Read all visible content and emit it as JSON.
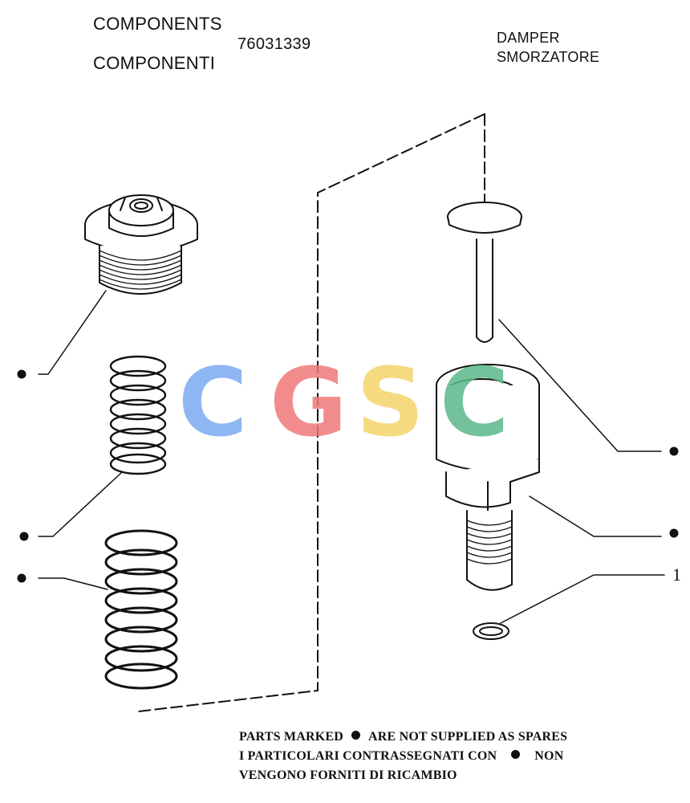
{
  "header": {
    "components_en": "COMPONENTS",
    "components_it": "COMPONENTI",
    "part_number": "76031339",
    "title_en": "DAMPER",
    "title_it": "SMORZATORE"
  },
  "callouts": {
    "ref_1": "1"
  },
  "footer": {
    "line1_before": "PARTS MARKED",
    "line1_after": "ARE NOT SUPPLIED AS SPARES",
    "line2_before": "I PARTICOLARI CONTRASSEGNATI CON",
    "line2_after": "NON",
    "line3": "VENGONO FORNITI DI RICAMBIO"
  },
  "watermark": {
    "letters": [
      "C",
      "G",
      "S",
      "C"
    ],
    "colors": [
      "#7aaaf0",
      "#f07878",
      "#f5d46a",
      "#5bb88a"
    ]
  },
  "colors": {
    "ink": "#111111",
    "paper": "#ffffff"
  }
}
